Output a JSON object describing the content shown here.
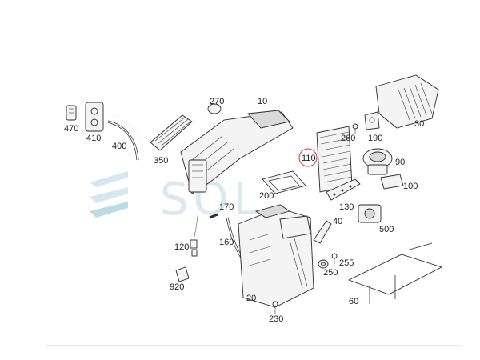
{
  "watermark": {
    "text": "SOL",
    "color": "#b9d8e4"
  },
  "highlight": {
    "label": "110",
    "color": "#e03030"
  },
  "callouts": [
    {
      "id": "470",
      "label": "470"
    },
    {
      "id": "410",
      "label": "410"
    },
    {
      "id": "400",
      "label": "400"
    },
    {
      "id": "350",
      "label": "350"
    },
    {
      "id": "270",
      "label": "270"
    },
    {
      "id": "10",
      "label": "10"
    },
    {
      "id": "260",
      "label": "260"
    },
    {
      "id": "190",
      "label": "190"
    },
    {
      "id": "30",
      "label": "30"
    },
    {
      "id": "110",
      "label": "110"
    },
    {
      "id": "90",
      "label": "90"
    },
    {
      "id": "100",
      "label": "100"
    },
    {
      "id": "200",
      "label": "200"
    },
    {
      "id": "130",
      "label": "130"
    },
    {
      "id": "170",
      "label": "170"
    },
    {
      "id": "40",
      "label": "40"
    },
    {
      "id": "500",
      "label": "500"
    },
    {
      "id": "160",
      "label": "160"
    },
    {
      "id": "120",
      "label": "120"
    },
    {
      "id": "255",
      "label": "255"
    },
    {
      "id": "250",
      "label": "250"
    },
    {
      "id": "920",
      "label": "920"
    },
    {
      "id": "60",
      "label": "60"
    },
    {
      "id": "20",
      "label": "20"
    },
    {
      "id": "230",
      "label": "230"
    }
  ]
}
